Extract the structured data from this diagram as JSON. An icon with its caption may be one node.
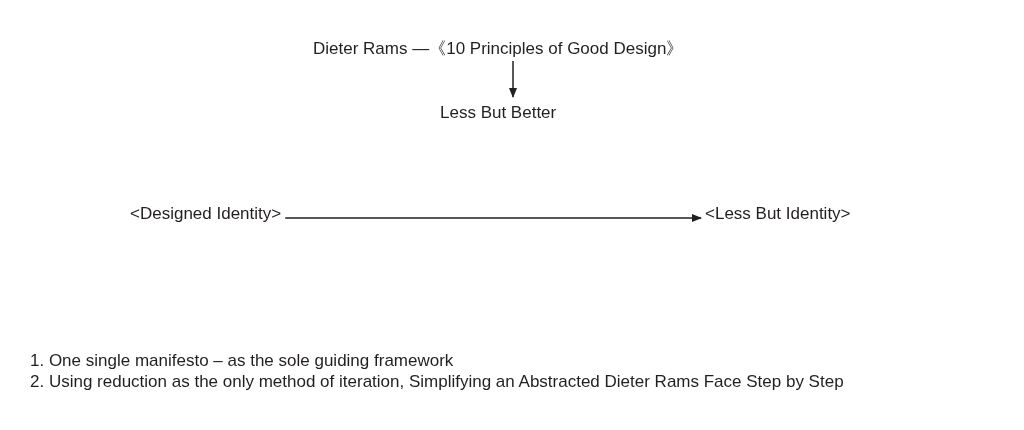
{
  "diagram": {
    "nodes": [
      {
        "text": [
          "Dieter Rams —《10 Principles of Good Design》"
        ]
      },
      {
        "text": [
          "Less But Better"
        ]
      },
      {
        "text": [
          "<Designed Identity>"
        ]
      },
      {
        "text": [
          "<Less But Identity>"
        ]
      }
    ],
    "edges": [
      {
        "from": 0,
        "to": 1,
        "arrow": "to"
      },
      {
        "from": 2,
        "to": 3,
        "arrow": "to"
      }
    ],
    "labels": [
      "1. One single manifesto – as the sole guiding framework",
      "2. Using reduction as the only method of iteration, Simplifying an Abstracted Dieter Rams Face Step by Step"
    ]
  }
}
